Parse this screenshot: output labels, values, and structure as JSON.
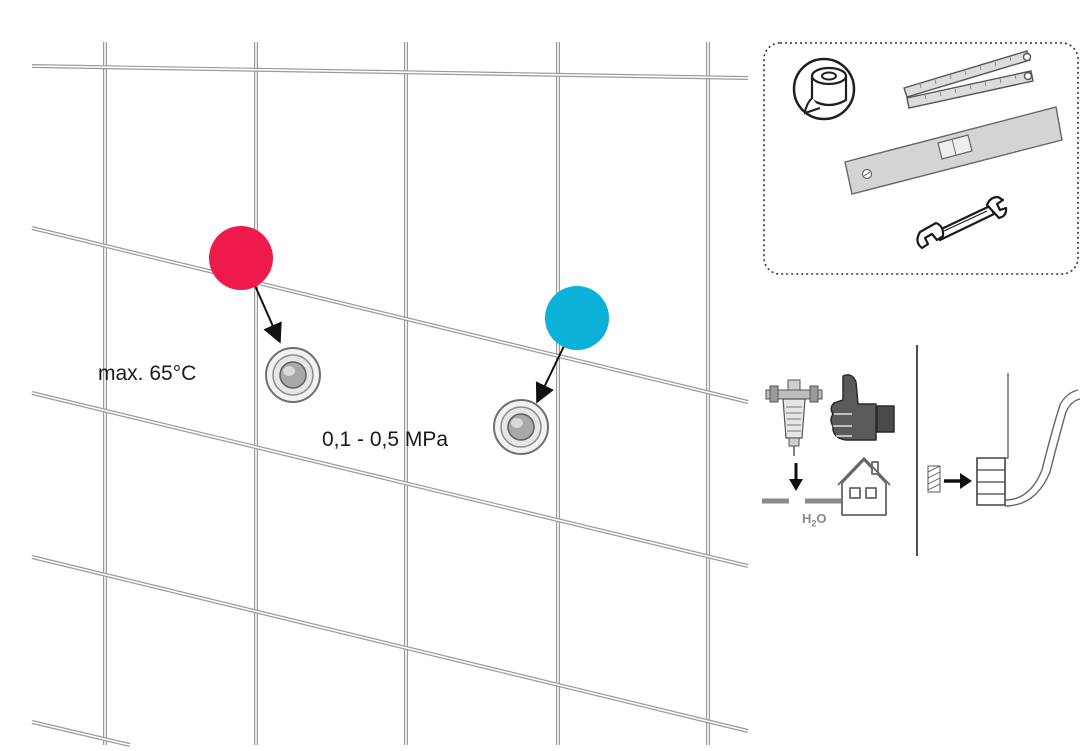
{
  "labels": {
    "max_temperature": "max. 65°C",
    "pressure_range": "0,1 - 0,5 MPa",
    "water": "H",
    "water_subscript": "2",
    "water_suffix": "O"
  },
  "markers": {
    "hot_water_color": "#ed1a4b",
    "cold_water_color": "#0bb1d6"
  },
  "tools": [
    "sealing-tape-icon",
    "folding-ruler-icon",
    "spirit-level-icon",
    "wrench-icon"
  ],
  "icons": [
    "water-filter-icon",
    "thumbs-up-icon",
    "house-icon",
    "hose-connection-icon"
  ]
}
